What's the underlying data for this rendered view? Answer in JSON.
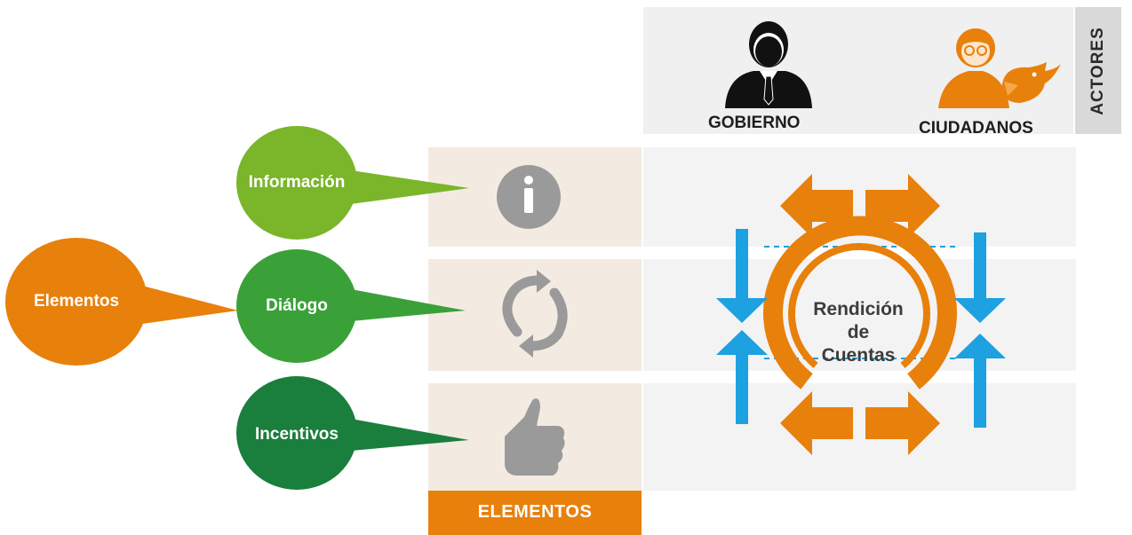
{
  "actors": {
    "section_label": "ACTORES",
    "gobierno_label": "GOBIERNO",
    "ciudadanos_label": "CIUDADANOS"
  },
  "elements_section_label": "ELEMENTOS",
  "main_bubble": "Elementos",
  "element_bubbles": [
    "Información",
    "Diálogo",
    "Incentivos"
  ],
  "center": {
    "line1": "Rendición",
    "line2": "de",
    "line3": "Cuentas"
  },
  "colors": {
    "orange": "#e8800c",
    "green_light": "#7ab52a",
    "green_mid": "#3aa139",
    "green_dark": "#1a7e3c",
    "blue": "#1da1e0",
    "grey_icon": "#9a9a9a"
  },
  "icons": [
    "person-suit-icon",
    "citizen-icon",
    "bird-icon",
    "info-icon",
    "refresh-icon",
    "thumbs-up-icon"
  ]
}
